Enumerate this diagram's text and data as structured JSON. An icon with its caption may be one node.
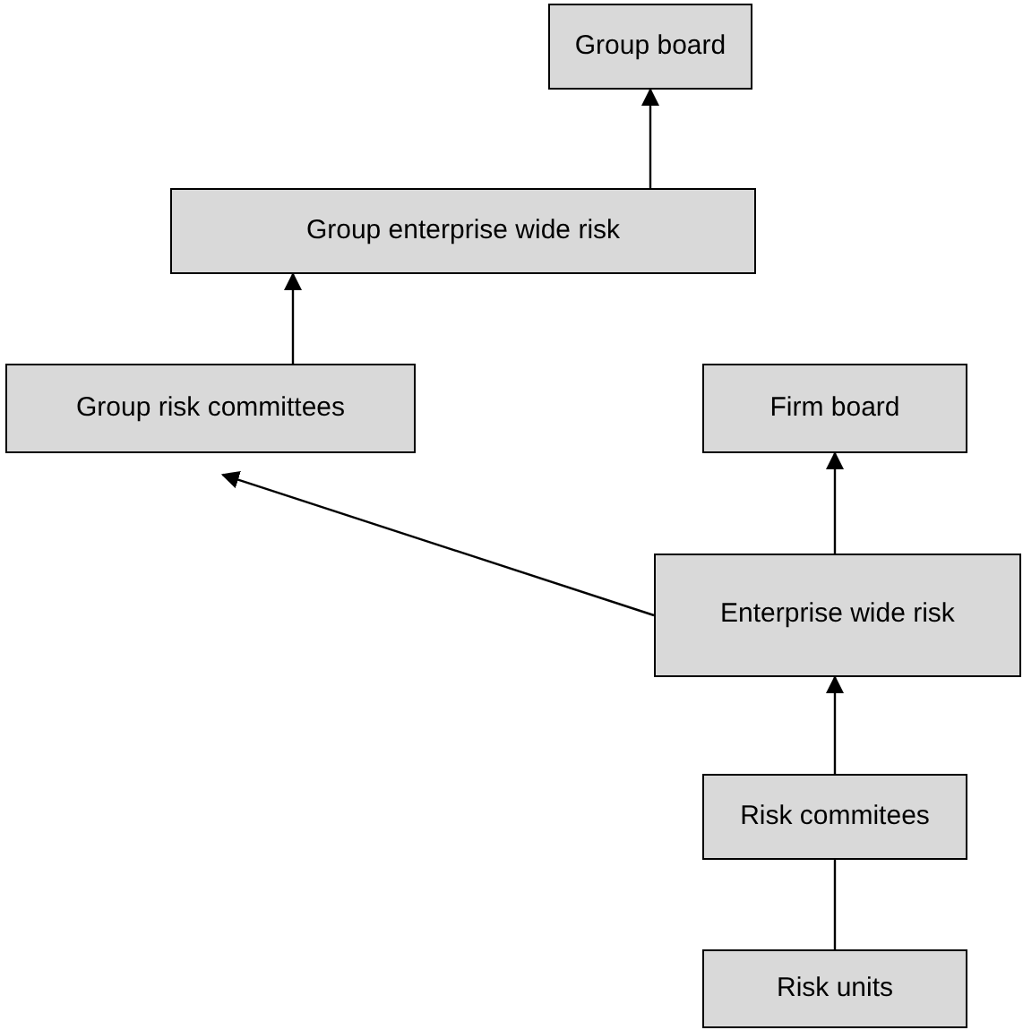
{
  "diagram": {
    "nodes": [
      {
        "text": [
          "Group board"
        ]
      },
      {
        "text": [
          "Group enterprise wide risk"
        ]
      },
      {
        "text": [
          "Group risk committees"
        ]
      },
      {
        "text": [
          "Firm board"
        ]
      },
      {
        "text": [
          "Enterprise wide risk"
        ]
      },
      {
        "text": [
          "Risk commitees"
        ]
      },
      {
        "text": [
          "Risk units"
        ]
      }
    ],
    "edges": [
      {
        "from": 1,
        "to": 0,
        "arrow": "to"
      },
      {
        "from": 2,
        "to": 1,
        "arrow": "to"
      },
      {
        "from": 4,
        "to": 2,
        "arrow": "to"
      },
      {
        "from": 4,
        "to": 3,
        "arrow": "to"
      },
      {
        "from": 5,
        "to": 4,
        "arrow": "to"
      },
      {
        "from": 6,
        "to": 5,
        "arrow": "none"
      }
    ]
  }
}
